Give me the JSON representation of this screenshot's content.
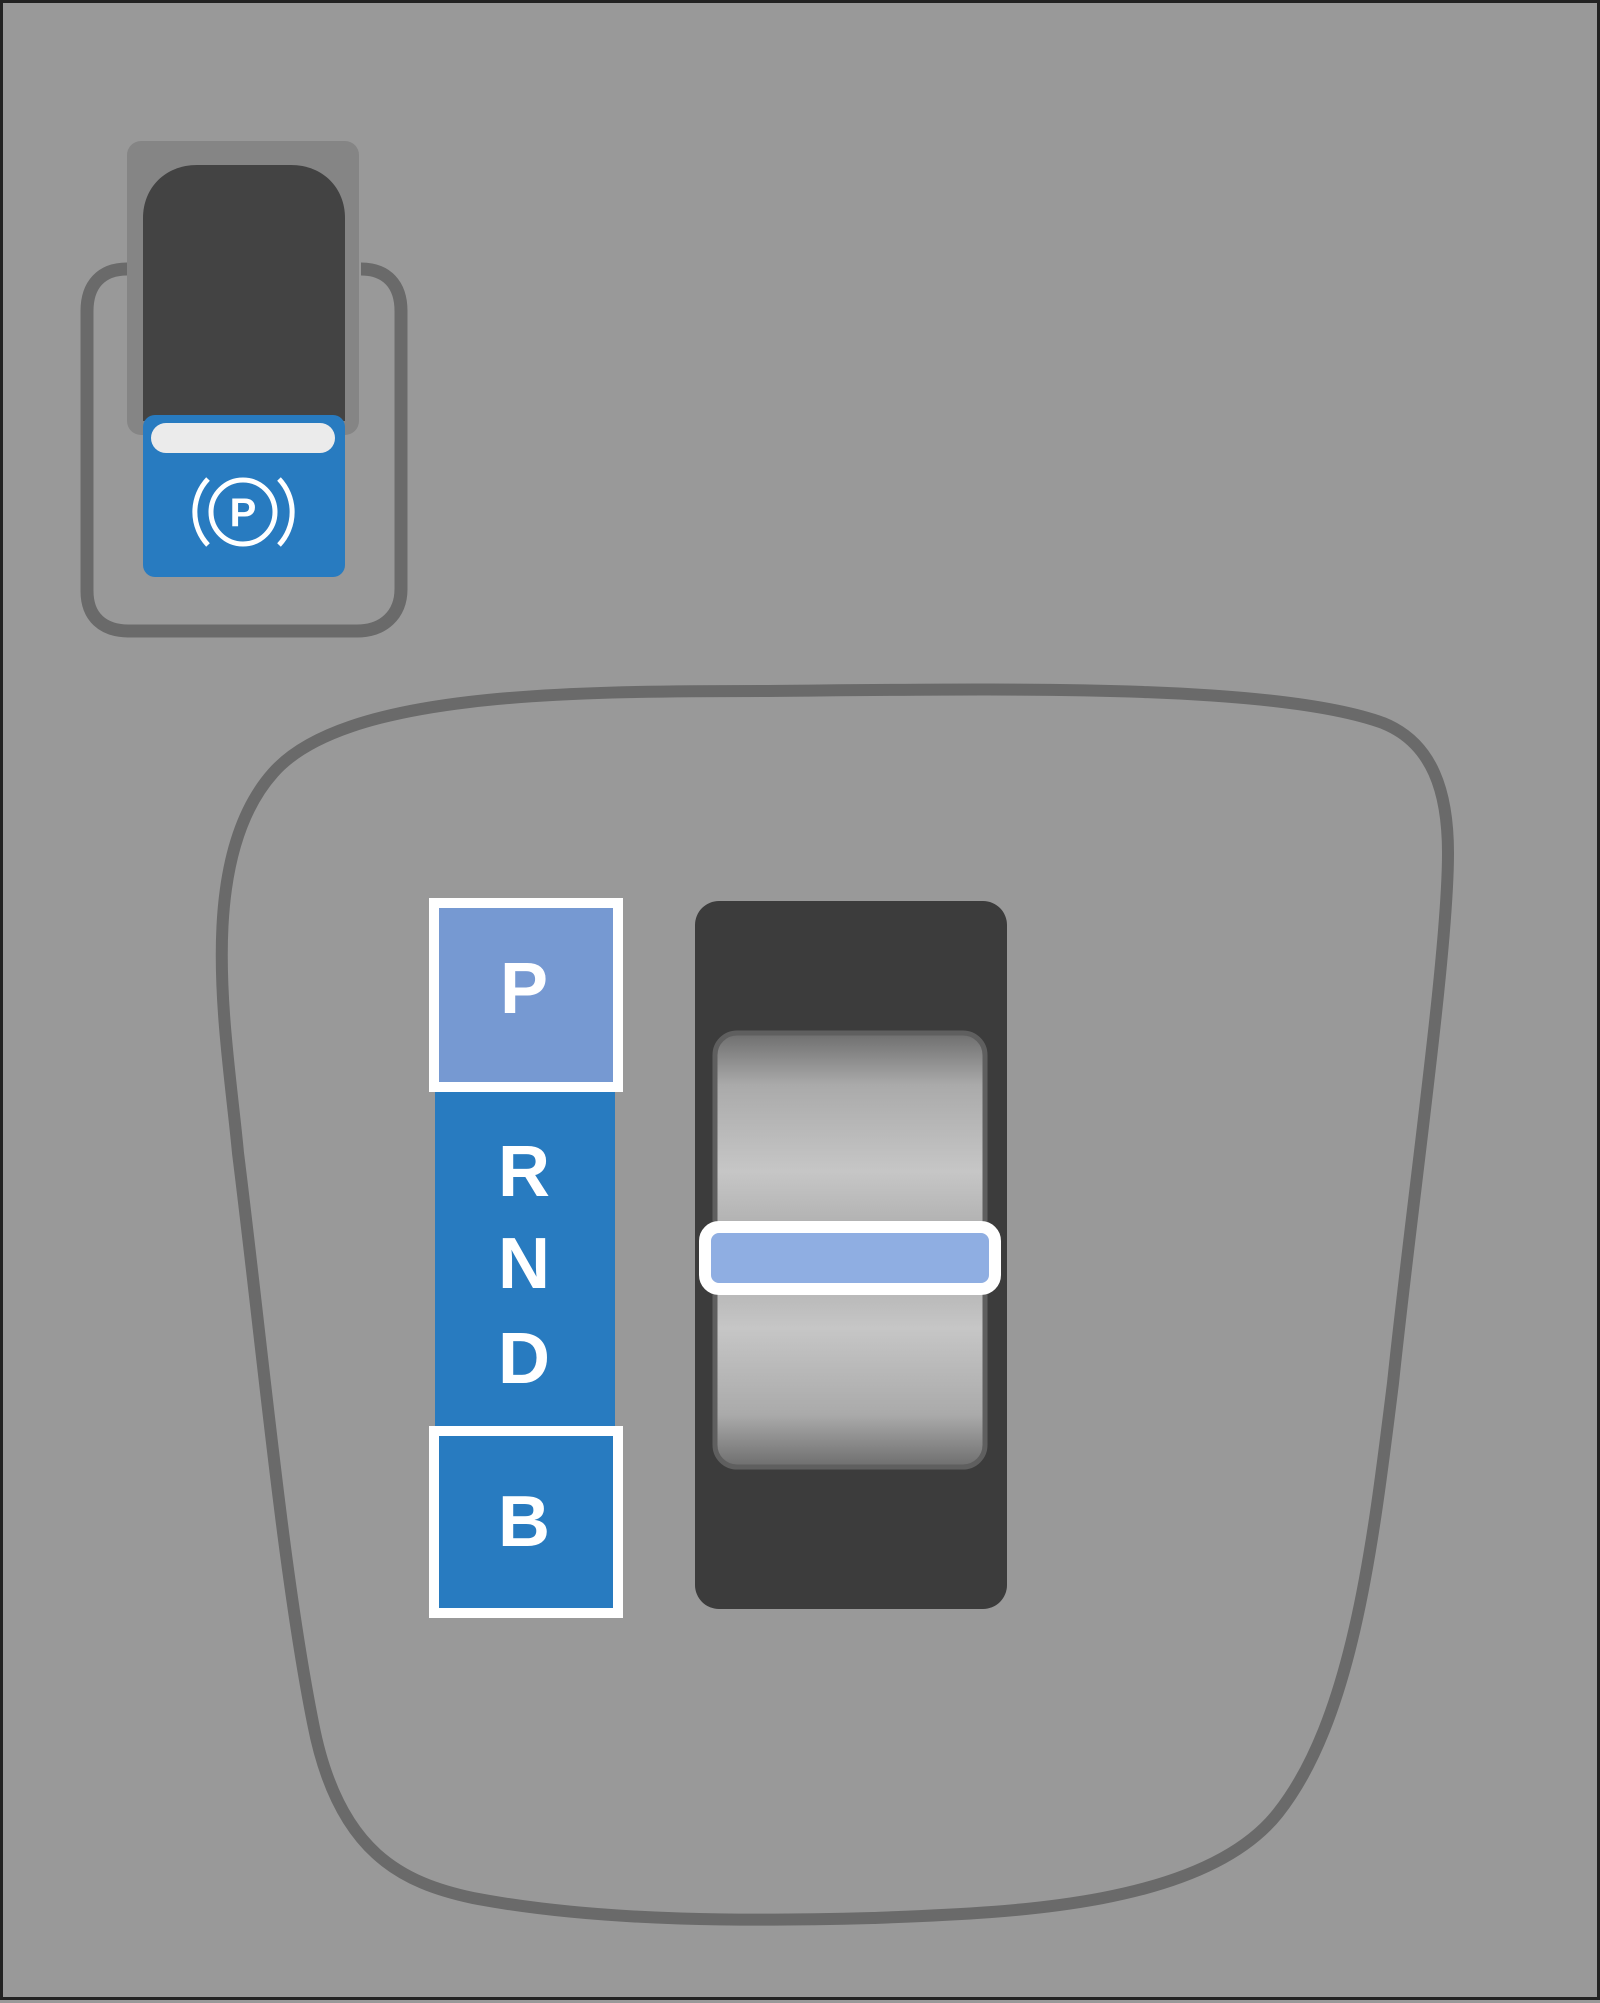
{
  "parking_brake": {
    "symbol_letter": "P",
    "icon": "parking-brake-icon"
  },
  "shifter": {
    "positions": [
      {
        "label": "P",
        "state": "selected"
      },
      {
        "label": "R",
        "state": "normal"
      },
      {
        "label": "N",
        "state": "normal"
      },
      {
        "label": "D",
        "state": "normal"
      },
      {
        "label": "B",
        "state": "highlighted"
      }
    ]
  },
  "colors": {
    "background": "#999999",
    "outline": "#6a6a6a",
    "gate_blue": "#287bc0",
    "selected_blue": "#7699d2",
    "indicator_blue": "#8faee2",
    "lever_dark": "#3c3c3c",
    "brake_dark": "#434343",
    "white": "#ffffff"
  }
}
